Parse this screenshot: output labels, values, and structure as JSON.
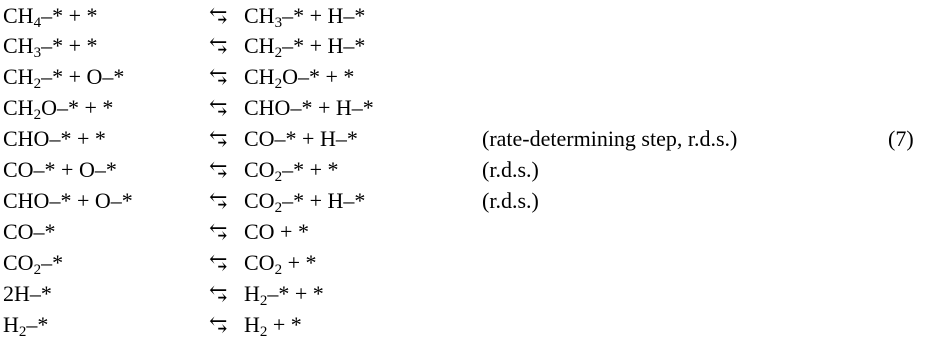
{
  "arrow_symbol": "⥃",
  "reactions": [
    {
      "lhs": [
        [
          "CH",
          ""
        ],
        [
          "4",
          "s"
        ],
        [
          "–* + *",
          ""
        ]
      ],
      "rhs": [
        [
          "CH",
          ""
        ],
        [
          "3",
          "s"
        ],
        [
          "–* + H–*",
          ""
        ]
      ],
      "note": "",
      "eqnum": ""
    },
    {
      "lhs": [
        [
          "CH",
          ""
        ],
        [
          "3",
          "s"
        ],
        [
          "–* + *",
          ""
        ]
      ],
      "rhs": [
        [
          "CH",
          ""
        ],
        [
          "2",
          "s"
        ],
        [
          "–* + H–*",
          ""
        ]
      ],
      "note": "",
      "eqnum": ""
    },
    {
      "lhs": [
        [
          "CH",
          ""
        ],
        [
          "2",
          "s"
        ],
        [
          "–* + O–*",
          ""
        ]
      ],
      "rhs": [
        [
          "CH",
          ""
        ],
        [
          "2",
          "s"
        ],
        [
          "O–* + *",
          ""
        ]
      ],
      "note": "",
      "eqnum": ""
    },
    {
      "lhs": [
        [
          "CH",
          ""
        ],
        [
          "2",
          "s"
        ],
        [
          "O–* + *",
          ""
        ]
      ],
      "rhs": [
        [
          "CHO–* + H–*",
          ""
        ]
      ],
      "note": "",
      "eqnum": ""
    },
    {
      "lhs": [
        [
          "CHO–* + *",
          ""
        ]
      ],
      "rhs": [
        [
          "CO–* + H–*",
          ""
        ]
      ],
      "note": "(rate-determining step, r.d.s.)",
      "eqnum": "(7)"
    },
    {
      "lhs": [
        [
          "CO–* + O–*",
          ""
        ]
      ],
      "rhs": [
        [
          "CO",
          ""
        ],
        [
          "2",
          "s"
        ],
        [
          "–* + *",
          ""
        ]
      ],
      "note": "(r.d.s.)",
      "eqnum": ""
    },
    {
      "lhs": [
        [
          "CHO–* + O–*",
          ""
        ]
      ],
      "rhs": [
        [
          "CO",
          ""
        ],
        [
          "2",
          "s"
        ],
        [
          "–* + H–*",
          ""
        ]
      ],
      "note": "(r.d.s.)",
      "eqnum": ""
    },
    {
      "lhs": [
        [
          "CO–*",
          ""
        ]
      ],
      "rhs": [
        [
          "CO + *",
          ""
        ]
      ],
      "note": "",
      "eqnum": ""
    },
    {
      "lhs": [
        [
          "CO",
          ""
        ],
        [
          "2",
          "s"
        ],
        [
          "–*",
          ""
        ]
      ],
      "rhs": [
        [
          "CO",
          ""
        ],
        [
          "2",
          "s"
        ],
        [
          " + *",
          ""
        ]
      ],
      "note": "",
      "eqnum": ""
    },
    {
      "lhs": [
        [
          "2H–*",
          ""
        ]
      ],
      "rhs": [
        [
          "H",
          ""
        ],
        [
          "2",
          "s"
        ],
        [
          "–* + *",
          ""
        ]
      ],
      "note": "",
      "eqnum": ""
    },
    {
      "lhs": [
        [
          "H",
          ""
        ],
        [
          "2",
          "s"
        ],
        [
          "–*",
          ""
        ]
      ],
      "rhs": [
        [
          "H",
          ""
        ],
        [
          "2",
          "s"
        ],
        [
          " + *",
          ""
        ]
      ],
      "note": "",
      "eqnum": ""
    }
  ]
}
